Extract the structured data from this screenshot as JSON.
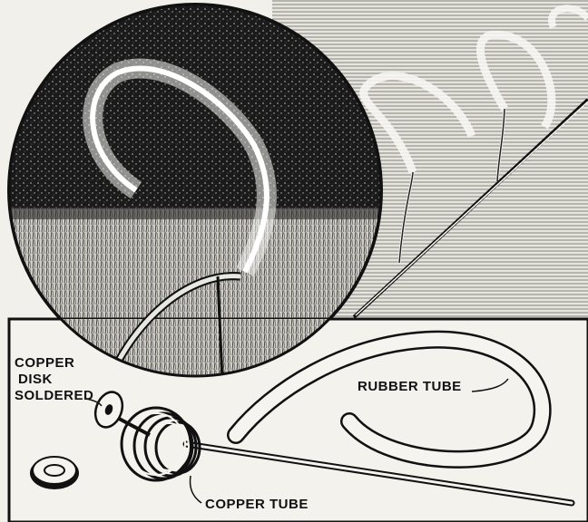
{
  "labels": {
    "copper_disk": [
      "COPPER",
      "DISK",
      "SOLDERED"
    ],
    "rubber_tube": "RUBBER TUBE",
    "copper_tube": "COPPER TUBE"
  },
  "colors": {
    "ink": "#111111",
    "paper": "#f2f0ea",
    "sky": "#d9d7d0"
  }
}
